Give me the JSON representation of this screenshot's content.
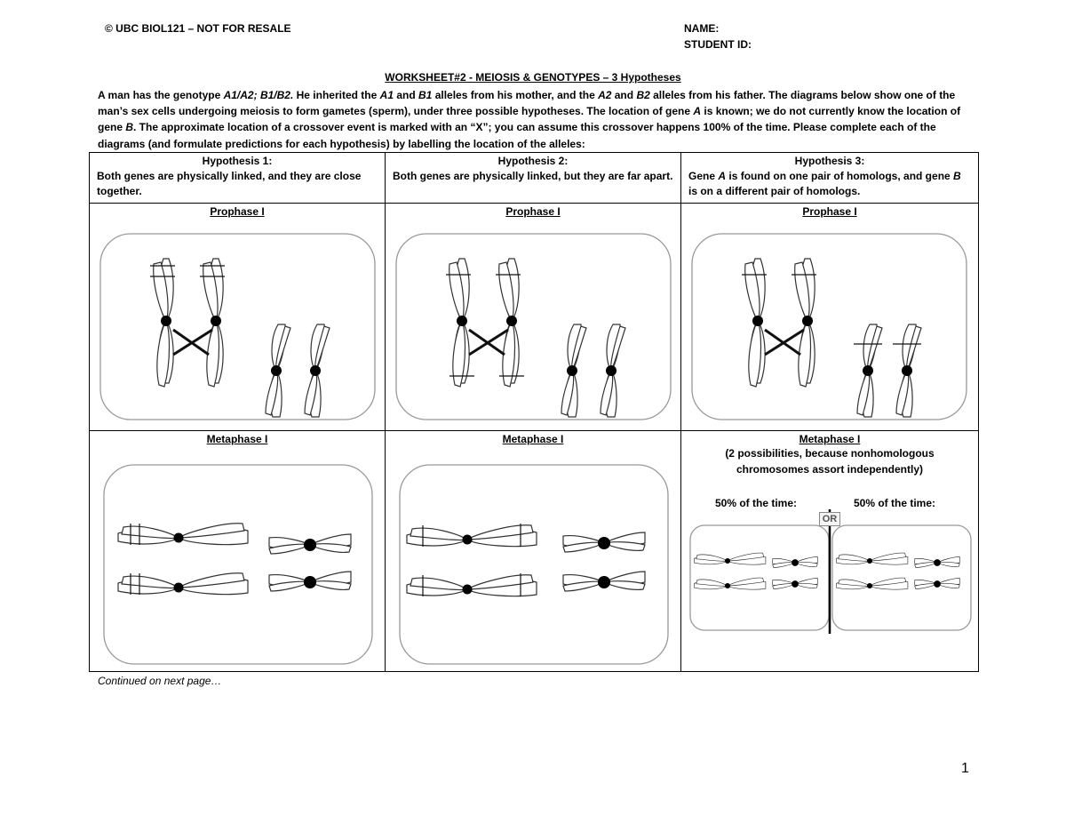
{
  "header": {
    "copyright": "© UBC BIOL121 – NOT FOR RESALE",
    "name_label": "NAME:",
    "student_id_label": "STUDENT ID:"
  },
  "worksheet_title": "WORKSHEET#2 - MEIOSIS & GENOTYPES – 3 Hypotheses",
  "intro": {
    "p1": "A man has the genotype ",
    "g1": "A1/A2; B1/B2.",
    "p2": " He inherited the ",
    "g2": "A1",
    "p3": " and ",
    "g3": "B1",
    "p4": " alleles from his mother, and the ",
    "g4": "A2",
    "p5": " and ",
    "g5": "B2",
    "p6": " alleles from his father. The diagrams below show one of the man’s sex cells undergoing meiosis to form gametes (sperm), under three possible hypotheses. The location of gene ",
    "g6": "A",
    "p7": " is known; we do not currently know the location of gene ",
    "g7": "B",
    "p8": ". The approximate location of a crossover event is marked with an “X”; you can assume this crossover happens 100% of the time. Please complete each of the diagrams (and formulate predictions for each hypothesis) by labelling the location of the alleles:"
  },
  "hypotheses": [
    {
      "title": "Hypothesis 1:",
      "desc": "Both genes are physically linked, and they are close together."
    },
    {
      "title": "Hypothesis 2:",
      "desc": "Both genes are physically linked, but they are far apart."
    },
    {
      "title": "Hypothesis 3:",
      "desc_a": "Gene ",
      "desc_g1": "A",
      "desc_b": " is found on one pair of homologs, and gene ",
      "desc_g2": "B",
      "desc_c": " is on a different pair of homologs."
    }
  ],
  "stages": {
    "prophase": "Prophase I",
    "metaphase": "Metaphase I"
  },
  "metaphase3": {
    "note_line1": "(2 possibilities, because nonhomologous",
    "note_line2": "chromosomes assort independently)",
    "left_pct": "50% of the time:",
    "right_pct": "50% of the time:",
    "or_label": "OR"
  },
  "footer": {
    "continued": "Continued on next page…",
    "page_number": "1"
  }
}
